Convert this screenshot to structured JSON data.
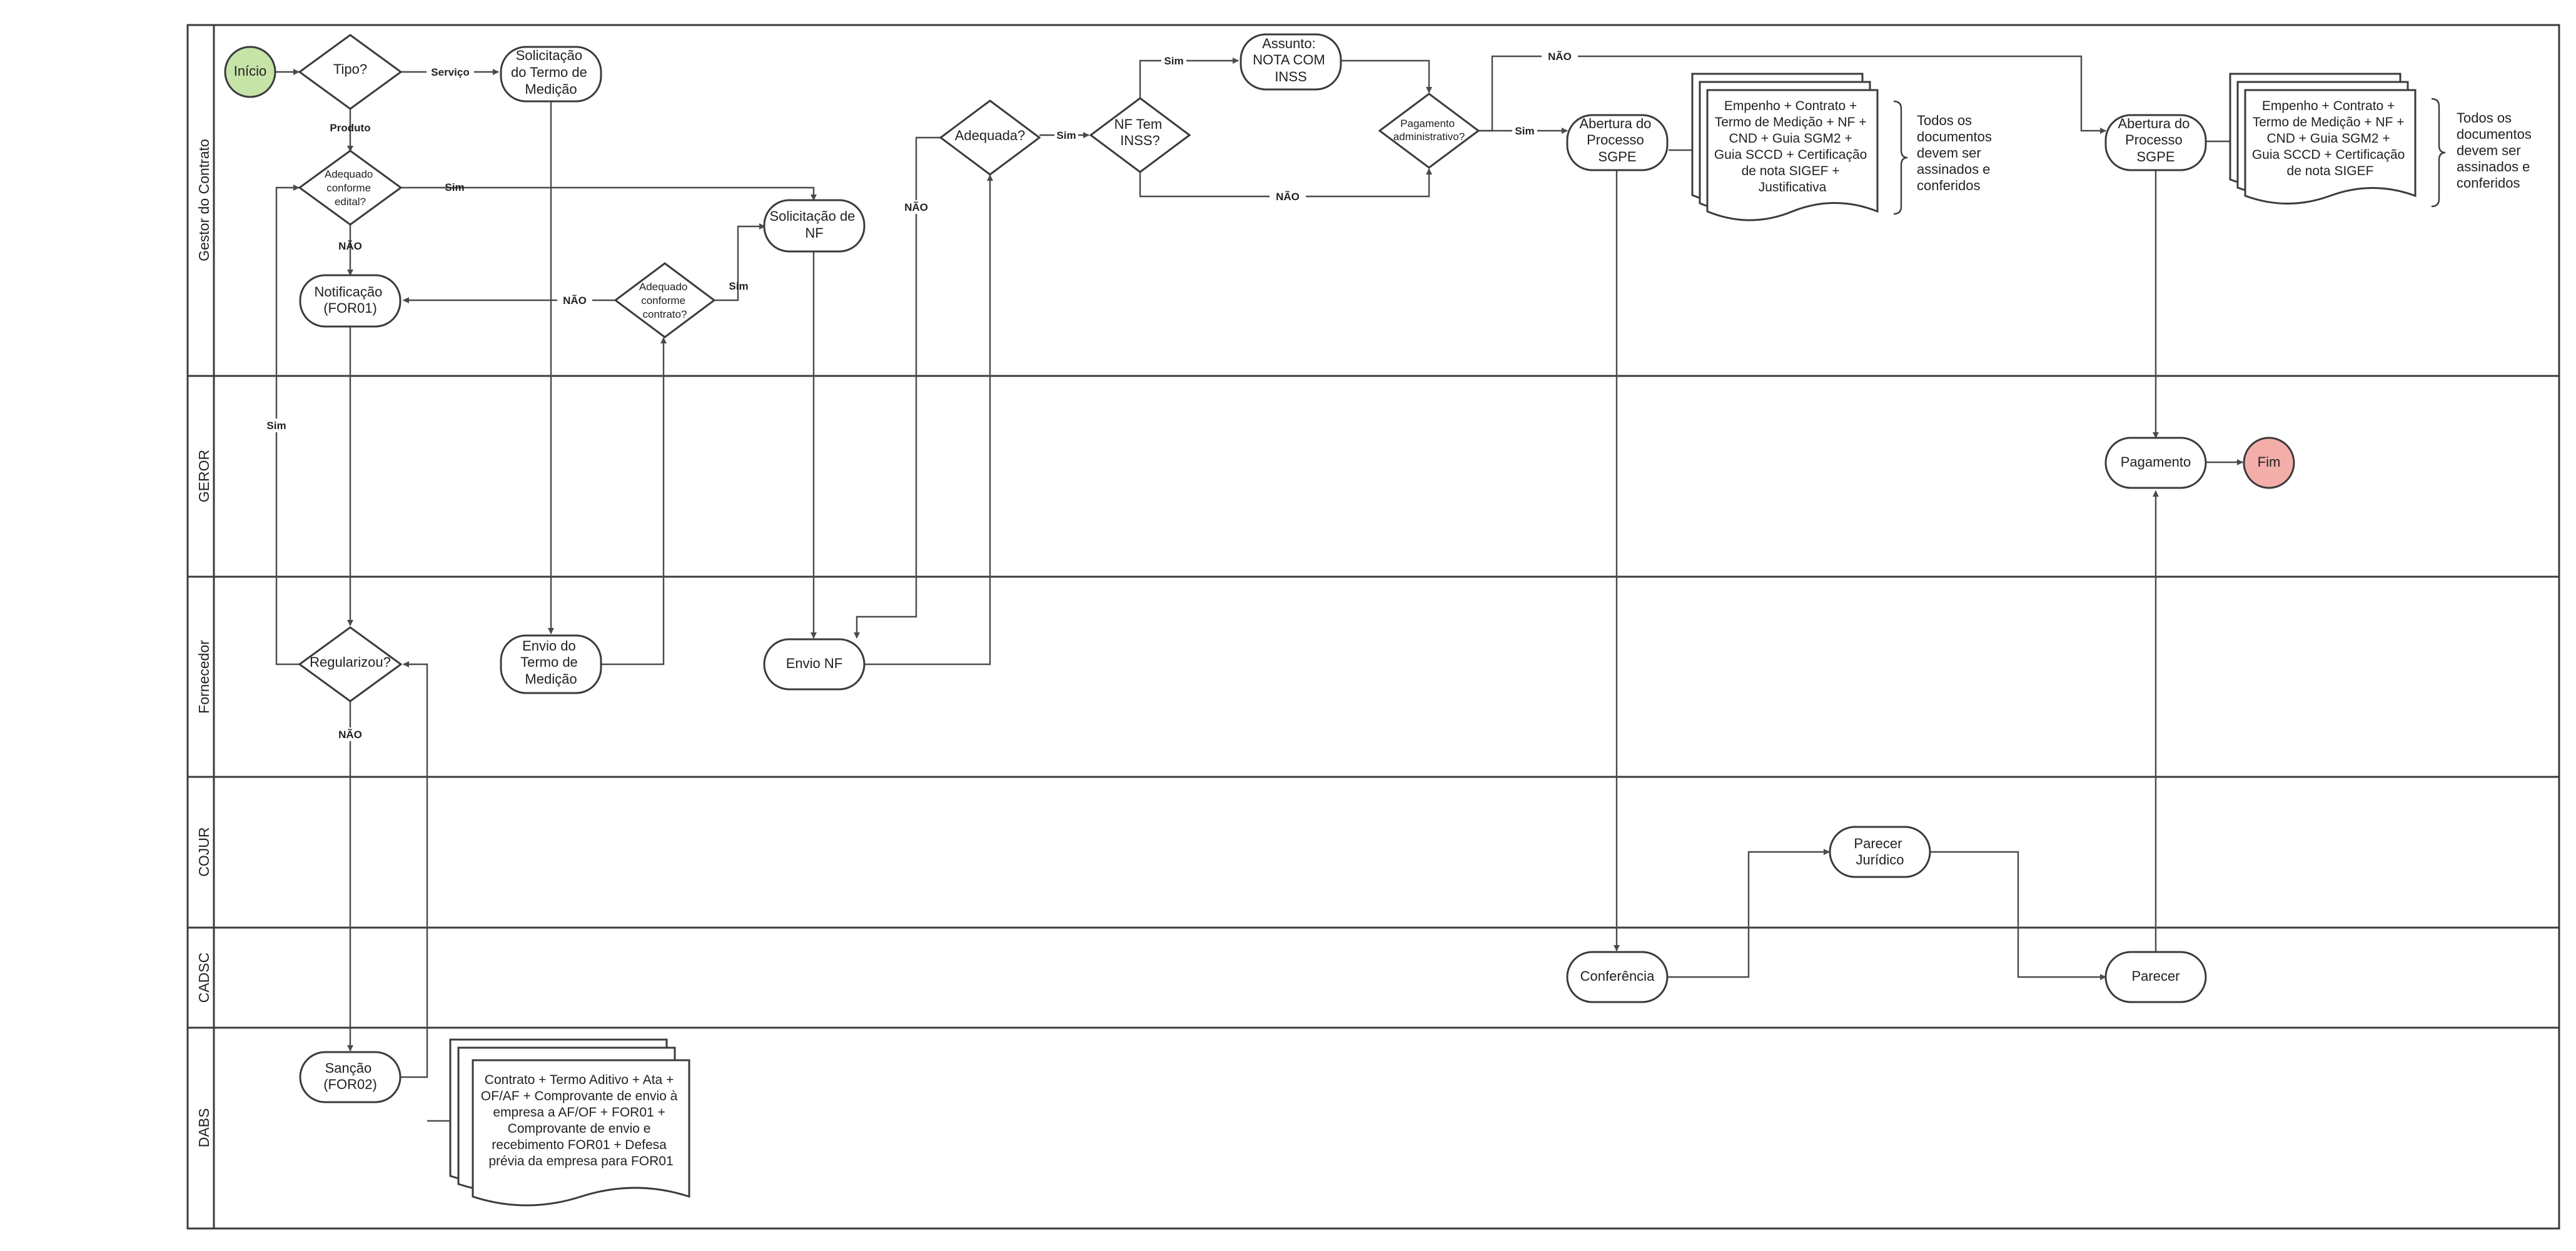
{
  "lanes": {
    "gestor": "Gestor do Contrato",
    "geror": "GEROR",
    "fornecedor": "Fornecedor",
    "cojur": "COJUR",
    "cadsc": "CADSC",
    "dabs": "DABS"
  },
  "nodes": {
    "inicio": "Início",
    "tipo": "Tipo?",
    "solicitacao_termo": [
      "Solicitação",
      "do Termo de",
      "Medição"
    ],
    "adequado_edital": [
      "Adequado",
      "conforme",
      "edital?"
    ],
    "notificacao": [
      "Notificação",
      "(FOR01)"
    ],
    "adequado_contrato": [
      "Adequado",
      "conforme",
      "contrato?"
    ],
    "solicitacao_nf": [
      "Solicitação de",
      "NF"
    ],
    "adequada": "Adequada?",
    "nf_inss": [
      "NF Tem",
      "INSS?"
    ],
    "assunto": [
      "Assunto:",
      "NOTA COM",
      "INSS"
    ],
    "pagamento_adm": [
      "Pagamento",
      "administrativo?"
    ],
    "abertura1": [
      "Abertura do",
      "Processo",
      "SGPE"
    ],
    "abertura2": [
      "Abertura do",
      "Processo",
      "SGPE"
    ],
    "pagamento": "Pagamento",
    "fim": "Fim",
    "regularizou": "Regularizou?",
    "envio_termo": [
      "Envio do",
      "Termo de",
      "Medição"
    ],
    "envio_nf": "Envio NF",
    "parecer_juridico": [
      "Parecer",
      "Jurídico"
    ],
    "conferencia": "Conferência",
    "parecer": "Parecer",
    "sancao": [
      "Sanção",
      "(FOR02)"
    ]
  },
  "documents": {
    "doc1": [
      "Empenho + Contrato +",
      "Termo de Medição + NF +",
      "CND + Guia SGM2 +",
      "Guia SCCD + Certificação",
      "de nota SIGEF +",
      "Justificativa"
    ],
    "doc2": [
      "Empenho + Contrato +",
      "Termo de Medição + NF +",
      "CND + Guia SGM2 +",
      "Guia SCCD + Certificação",
      "de nota SIGEF"
    ],
    "doc3": [
      "Contrato + Termo Aditivo + Ata +",
      "OF/AF + Comprovante de envio à",
      "empresa a AF/OF + FOR01 +",
      "Comprovante de envio e",
      "recebimento FOR01 + Defesa",
      "prévia da empresa para FOR01"
    ]
  },
  "notes": {
    "note1": [
      "Todos os",
      "documentos",
      "devem ser",
      "assinados e",
      "conferidos"
    ],
    "note2": [
      "Todos os",
      "documentos",
      "devem ser",
      "assinados e",
      "conferidos"
    ]
  },
  "edge_labels": {
    "servico": "Serviço",
    "produto": "Produto",
    "sim_edital": "Sim",
    "nao_edital": "NÃO",
    "nao_contrato": "NÃO",
    "sim_contrato": "Sim",
    "sim_regularizou": "Sim",
    "nao_regularizou": "NÃO",
    "nao_adequada": "NÃO",
    "sim_adequada": "Sim",
    "sim_inss": "Sim",
    "nao_inss": "NÃO",
    "sim_pagamento": "Sim",
    "nao_pagamento": "NÃO"
  },
  "colors": {
    "start_fill": "#c6e3a8",
    "end_fill": "#f4aeaa",
    "line": "#3b3b3b"
  }
}
